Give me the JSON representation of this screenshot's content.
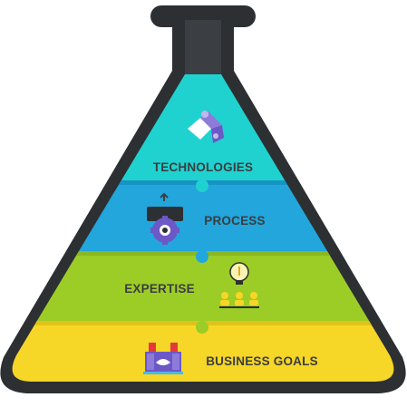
{
  "diagram": {
    "layers": [
      {
        "id": "technologies",
        "label": "TECHNOLOGIES",
        "color": "#1fd2cf",
        "icon": "puzzle-icon"
      },
      {
        "id": "process",
        "label": "PROCESS",
        "color": "#22a6dc",
        "icon": "gear-upload-icon"
      },
      {
        "id": "expertise",
        "label": "EXPERTISE",
        "color": "#9ccd26",
        "icon": "team-lightbulb-icon"
      },
      {
        "id": "business-goals",
        "label": "BUSINESS GOALS",
        "color": "#f6d627",
        "icon": "factory-handshake-icon"
      }
    ],
    "flask_outline_color": "#2d3033",
    "text_color": "#3a3d40"
  }
}
